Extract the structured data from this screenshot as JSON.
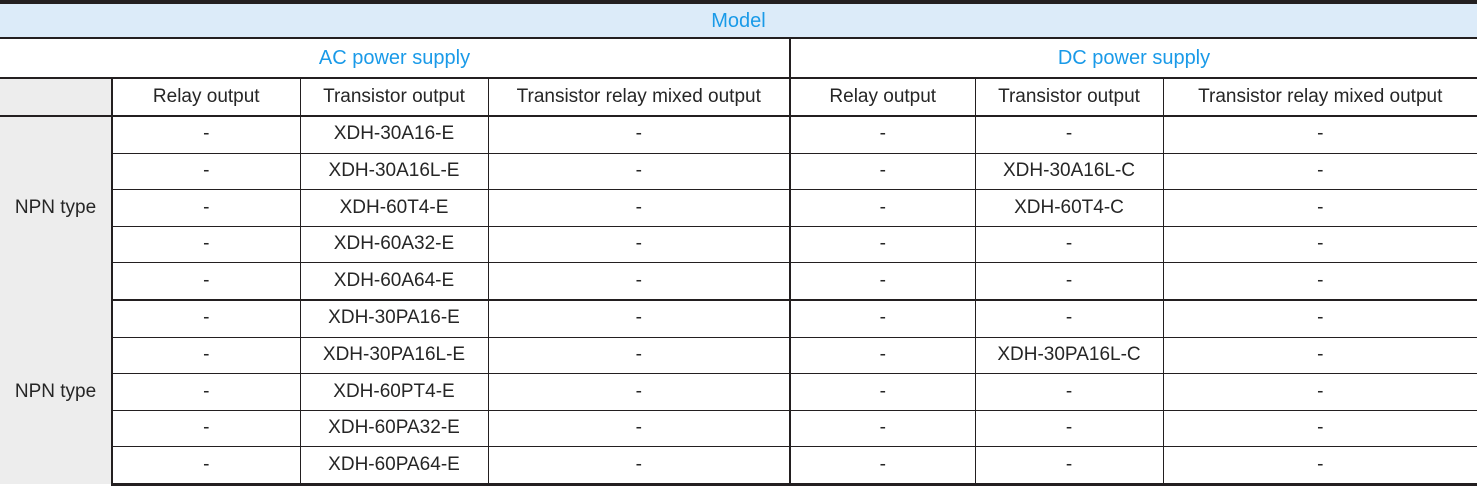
{
  "table": {
    "title": "Model",
    "corner_label": "",
    "supply_groups": [
      {
        "label": "AC power supply"
      },
      {
        "label": "DC power supply"
      }
    ],
    "column_headers": [
      "Relay output",
      "Transistor output",
      "Transistor relay mixed output",
      "Relay output",
      "Transistor output",
      "Transistor relay mixed output"
    ],
    "sections": [
      {
        "label": "NPN type",
        "rows": [
          {
            "cells": [
              "-",
              "XDH-30A16-E",
              "-",
              "-",
              "-",
              "-"
            ]
          },
          {
            "cells": [
              "-",
              "XDH-30A16L-E",
              "-",
              "-",
              "XDH-30A16L-C",
              "-"
            ]
          },
          {
            "cells": [
              "-",
              "XDH-60T4-E",
              "-",
              "-",
              "XDH-60T4-C",
              "-"
            ]
          },
          {
            "cells": [
              "-",
              "XDH-60A32-E",
              "-",
              "-",
              "-",
              "-"
            ]
          },
          {
            "cells": [
              "-",
              "XDH-60A64-E",
              "-",
              "-",
              "-",
              "-"
            ]
          }
        ]
      },
      {
        "label": "NPN type",
        "rows": [
          {
            "cells": [
              "-",
              "XDH-30PA16-E",
              "-",
              "-",
              "-",
              "-"
            ]
          },
          {
            "cells": [
              "-",
              "XDH-30PA16L-E",
              "-",
              "-",
              "XDH-30PA16L-C",
              "-"
            ]
          },
          {
            "cells": [
              "-",
              "XDH-60PT4-E",
              "-",
              "-",
              "-",
              "-"
            ]
          },
          {
            "cells": [
              "-",
              "XDH-60PA32-E",
              "-",
              "-",
              "-",
              "-"
            ]
          },
          {
            "cells": [
              "-",
              "XDH-60PA64-E",
              "-",
              "-",
              "-",
              "-"
            ]
          }
        ]
      }
    ]
  },
  "colors": {
    "header_band_bg": "#dcebf9",
    "header_text": "#1a9ae8",
    "row_label_bg": "#ededed",
    "border": "#231f20",
    "body_text": "#262626"
  }
}
